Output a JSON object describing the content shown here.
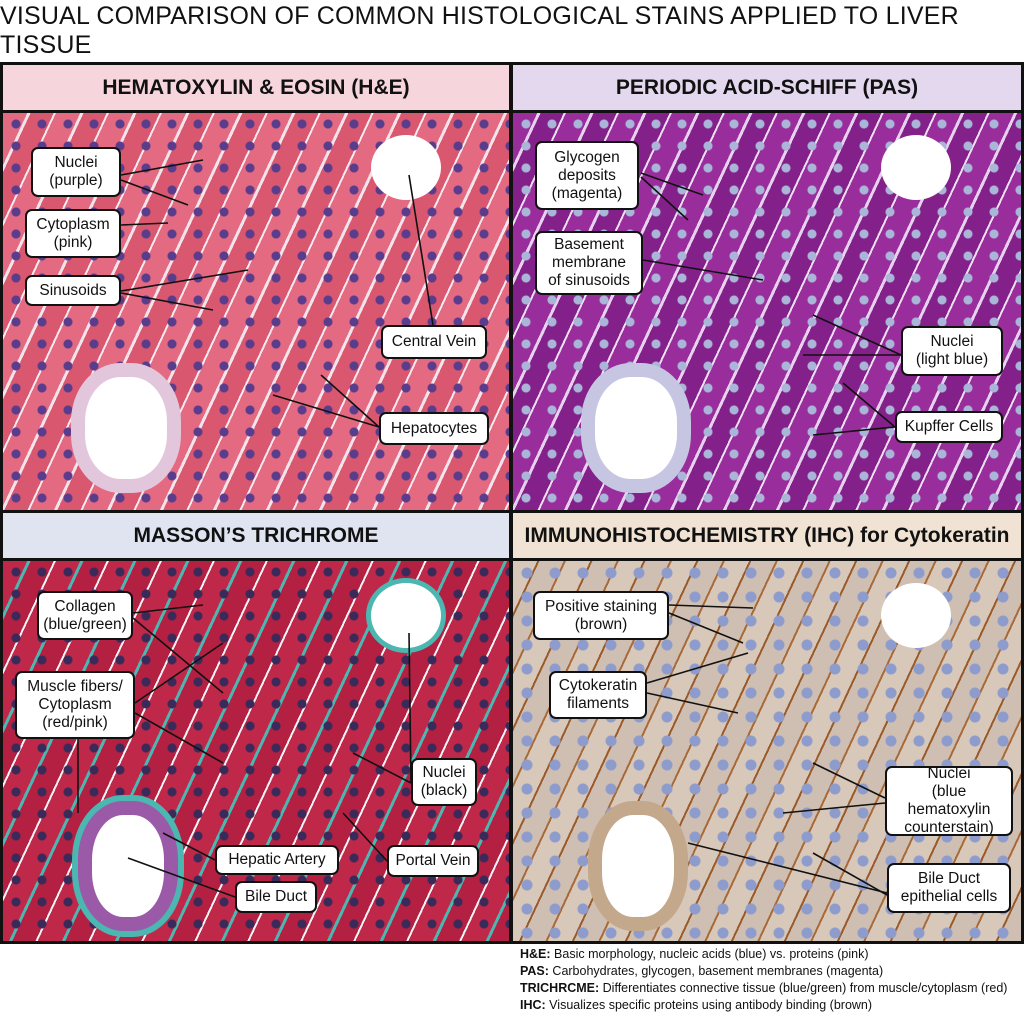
{
  "title": "VISUAL COMPARISON OF COMMON HISTOLOGICAL STAINS APPLIED TO LIVER TISSUE",
  "panels": [
    {
      "heading": "HEMATOXYLIN & EOSIN (H&E)",
      "color": "#f6d6dc",
      "labels": [
        "Nuclei\n(purple)",
        "Cytoplasm\n(pink)",
        "Sinusoids",
        "Central Vein",
        "Hepatocytes"
      ]
    },
    {
      "heading": "PERIODIC ACID-SCHIFF (PAS)",
      "color": "#e4d8ee",
      "labels": [
        "Glycogen\ndeposits\n(magenta)",
        "Basement\nmembrane\nof sinusoids",
        "Nuclei\n(light blue)",
        "Kupffer Cells"
      ]
    },
    {
      "heading": "MASSON’S TRICHROME",
      "color": "#dfe4f0",
      "labels": [
        "Collagen\n(blue/green)",
        "Muscle fibers/\nCytoplasm\n(red/pink)",
        "Nuclei\n(black)",
        "Hepatic Artery",
        "Portal Vein",
        "Bile Duct"
      ]
    },
    {
      "heading": "IMMUNOHISTOCHEMISTRY (IHC) for Cytokeratin",
      "color": "#f1e3d4",
      "labels": [
        "Positive staining\n(brown)",
        "Cytokeratin\nfilaments",
        "Nuclei\n(blue hematoxylin\ncounterstain)",
        "Bile Duct\nepithelial cells"
      ]
    }
  ],
  "legend": [
    {
      "key": "H&E:",
      "text": " Basic morphology, nucleic acids (blue) vs. proteins (pink)"
    },
    {
      "key": "PAS:",
      "text": " Carbohydrates, glycogen, basement membranes (magenta)"
    },
    {
      "key": "TRICHRCME:",
      "text": " Differentiates connective tissue (blue/green) from muscle/cytoplasm (red)"
    },
    {
      "key": "IHC:",
      "text": " Visualizes specific proteins using antibody binding (brown)"
    }
  ]
}
